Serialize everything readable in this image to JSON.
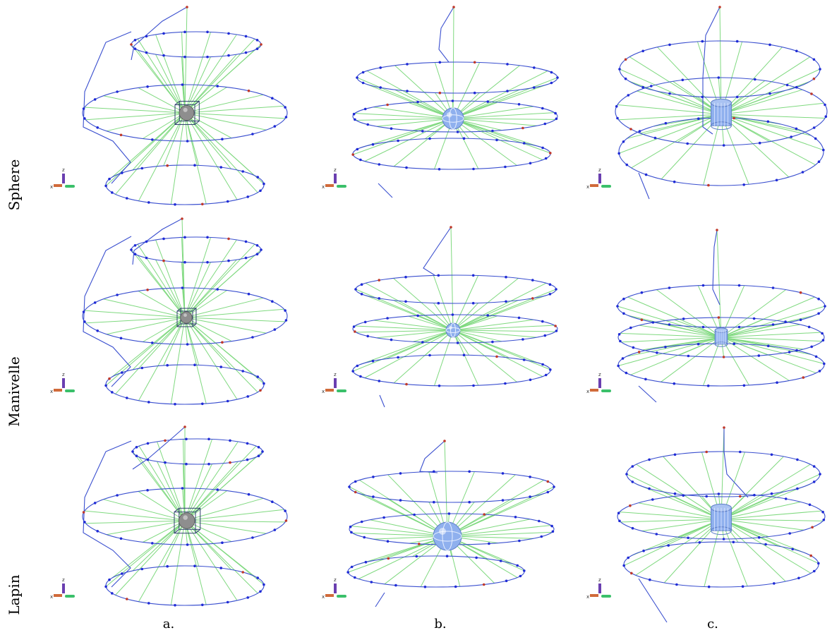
{
  "rows": [
    "Sphere",
    "Manivelle",
    "Lapin"
  ],
  "columns": [
    "a.",
    "b.",
    "c."
  ],
  "axis_triad": {
    "z_label": "z",
    "x_label": "x"
  },
  "colors": {
    "path": "#3a4fcf",
    "node": "#1f2bd6",
    "node_alt": "#c0392b",
    "ray": "#7fd97f",
    "object_grey": "#8e8e8e",
    "object_blue": "#8fb0ee",
    "cube": "#2f3f6f",
    "triad_z": "#6a3fb0",
    "triad_x": "#d06a3a",
    "triad_y": "#3ac06a"
  }
}
